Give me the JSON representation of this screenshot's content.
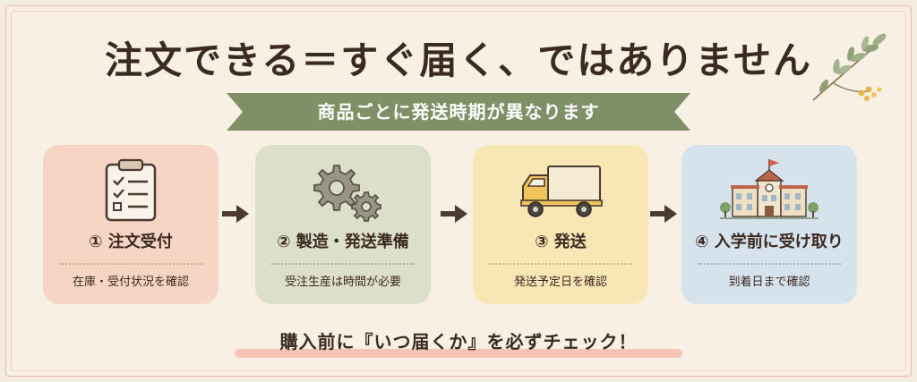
{
  "header": {
    "title": "注文できる＝すぐ届く、ではありません",
    "subtitle": "商品ごとに発送時期が異なります"
  },
  "steps": [
    {
      "number": "①",
      "title": "注文受付",
      "description": "在庫・受付状況を確認",
      "icon": "clipboard-icon",
      "color": "#f7d5c4"
    },
    {
      "number": "②",
      "title": "製造・発送準備",
      "description": "受注生産は時間が必要",
      "icon": "gears-icon",
      "color": "#dde0c8"
    },
    {
      "number": "③",
      "title": "発送",
      "description": "発送予定日を確認",
      "icon": "truck-icon",
      "color": "#f8e6b5"
    },
    {
      "number": "④",
      "title": "入学前に受け取り",
      "description": "到着日まで確認",
      "icon": "school-icon",
      "color": "#d6e3ec"
    }
  ],
  "footer": {
    "note": "購入前に『いつ届くか』を必ずチェック！"
  },
  "colors": {
    "ribbon": "#7f9067",
    "arrow": "#4a3a30",
    "text": "#3a2a22"
  }
}
